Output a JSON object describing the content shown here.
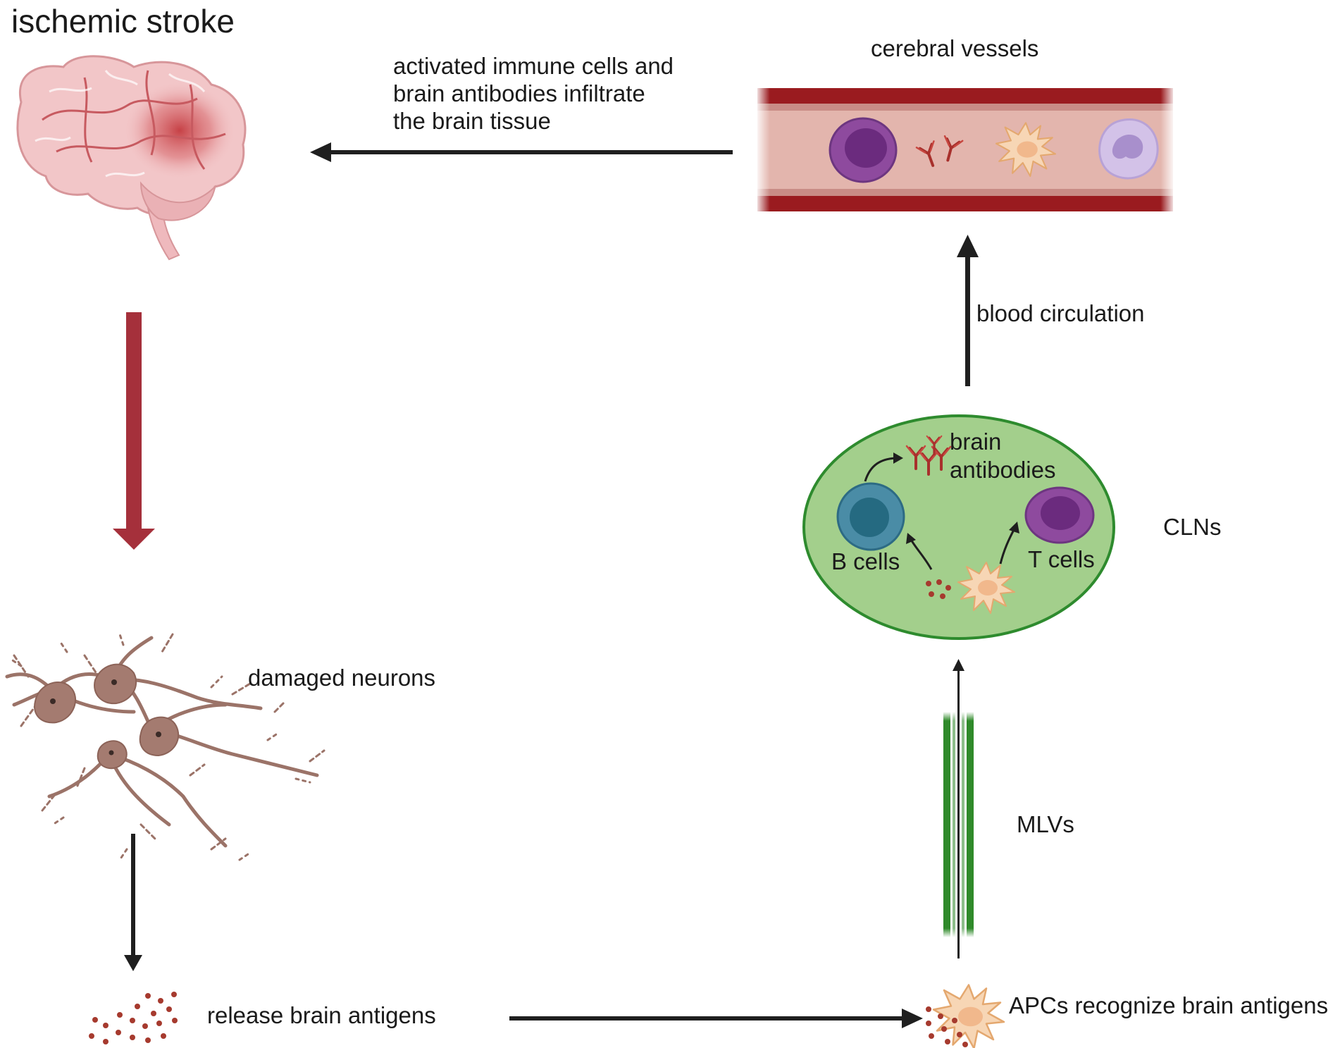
{
  "title": "ischemic stroke",
  "labels": {
    "cerebral_vessels": "cerebral vessels",
    "infiltrate_line1": "activated immune cells and",
    "infiltrate_line2": "brain antibodies  infiltrate",
    "infiltrate_line3": "the brain tissue",
    "blood_circulation": "blood circulation",
    "brain_antibodies_line1": "brain",
    "brain_antibodies_line2": "antibodies",
    "b_cells": "B cells",
    "t_cells": "T cells",
    "clns": "CLNs",
    "damaged_neurons": "damaged neurons",
    "mlvs": "MLVs",
    "release_antigens": "release brain antigens",
    "apcs": "APCs  recognize brain antigens"
  },
  "colors": {
    "dark_arrow": "#1f1f1f",
    "stroke_arrow": "#a5303b",
    "vessel_wall": "#9a1b1f",
    "vessel_lumen": "#e3b5ad",
    "node_fill": "#a3cf8c",
    "node_border": "#2e8b2e",
    "lymph_green": "#2f8a2a",
    "b_cell": "#4a8ca6",
    "t_cell": "#8e4a9e",
    "apc": "#f6d3b0",
    "antigen": "#a63a2e",
    "neuron": "#9b7368",
    "brain": "#f2c6c8"
  },
  "icons": {
    "brain": "brain-icon",
    "neurons": "neuron-icon",
    "antigens": "antigen-dots-icon",
    "apc": "dendritic-cell-icon",
    "antibody": "antibody-icon",
    "b_cell": "b-cell-icon",
    "t_cell": "t-cell-icon",
    "vessel": "blood-vessel-icon",
    "lymph_vessel": "lymphatic-vessel-icon"
  }
}
